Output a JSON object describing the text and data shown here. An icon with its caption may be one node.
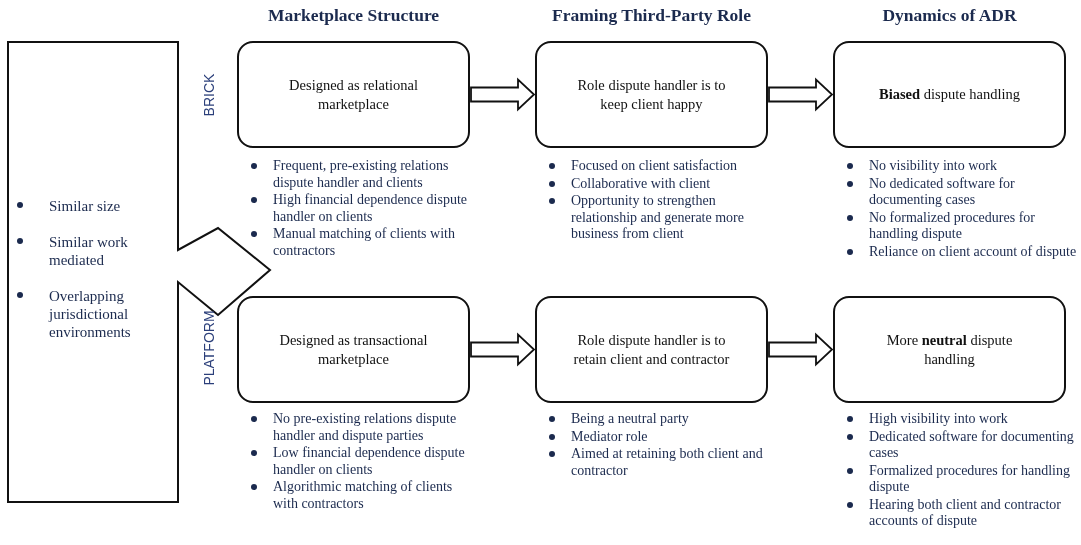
{
  "diagram": {
    "nodes": [
      {
        "text": [
          "Similar size",
          "Similar work mediated",
          "Overlapping jurisdictional environments"
        ]
      },
      {
        "text": [
          "Designed as relational marketplace"
        ],
        "beside": [
          "Frequent, pre-existing relations dispute handler and clients",
          "High financial dependence dispute handler on clients",
          "Manual matching of clients with contractors"
        ]
      },
      {
        "text": [
          "Role dispute handler is to keep client happy"
        ],
        "beside": [
          "Focused on client satisfaction",
          "Collaborative with client",
          "Opportunity to strengthen relationship and generate more business from client"
        ]
      },
      {
        "text": [
          "**Biased** dispute handling"
        ],
        "beside": [
          "No visibility into work",
          "No dedicated software for documenting cases",
          "No formalized procedures for handling dispute",
          "Reliance on client account of dispute"
        ]
      },
      {
        "text": [
          "Designed as transactional marketplace"
        ],
        "beside": [
          "No pre-existing relations dispute handler and dispute parties",
          "Low financial dependence dispute handler on clients",
          "Algorithmic matching of clients with contractors"
        ]
      },
      {
        "text": [
          "Role dispute handler is to retain client and contractor"
        ],
        "beside": [
          "Being a neutral party",
          "Mediator role",
          "Aimed at retaining both client and contractor"
        ]
      },
      {
        "text": [
          "More **neutral** dispute handling"
        ],
        "beside": [
          "High visibility into work",
          "Dedicated software for documenting cases",
          "Formalized procedures for handling dispute",
          "Hearing both client and contractor accounts of dispute"
        ]
      }
    ],
    "edges": [
      {
        "from": 1,
        "to": 2,
        "arrow": "to"
      },
      {
        "from": 2,
        "to": 3,
        "arrow": "to"
      },
      {
        "from": 4,
        "to": 5,
        "arrow": "to"
      },
      {
        "from": 5,
        "to": 6,
        "arrow": "to"
      }
    ],
    "labels": [
      "Marketplace Structure",
      "Framing Third-Party Role",
      "Dynamics of ADR",
      "BRICK",
      "PLATFORM"
    ]
  }
}
